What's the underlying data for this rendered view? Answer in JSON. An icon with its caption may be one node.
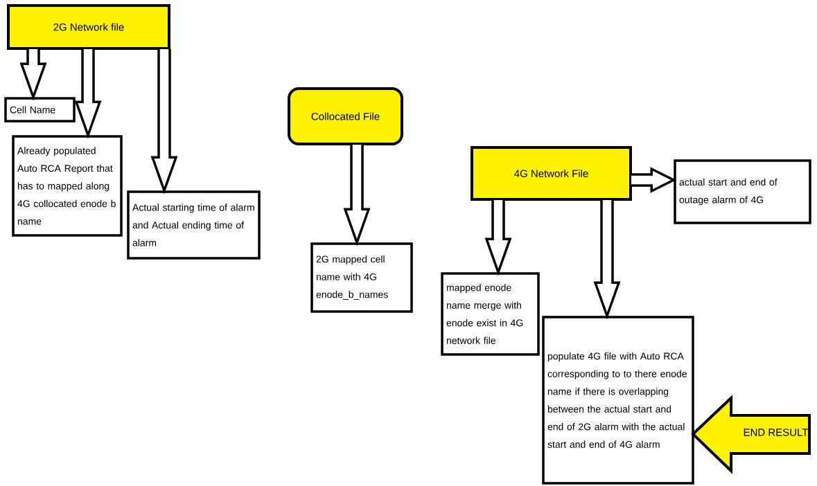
{
  "diagram": {
    "nodes": [
      {
        "text": [
          "2G Network file"
        ]
      },
      {
        "text": [
          "Cell Name"
        ]
      },
      {
        "text": [
          "Already populated Auto RCA Report that has to mapped along 4G collocated enode  b  name"
        ]
      },
      {
        "text": [
          "Actual starting time of alarm and Actual ending time of alarm"
        ]
      },
      {
        "text": [
          "Collocated File"
        ]
      },
      {
        "text": [
          "2G mapped cell name with 4G enode_b_names"
        ]
      },
      {
        "text": [
          "4G Network File"
        ]
      },
      {
        "text": [
          "actual start and end of outage alarm of 4G"
        ]
      },
      {
        "text": [
          "mapped enode name merge with enode exist in 4G network file"
        ]
      },
      {
        "text": [
          "populate 4G file with Auto RCA corresponding to to there enode name if there is overlapping between the actual start and end of 2G alarm with the actual start and end of 4G alarm"
        ]
      },
      {
        "text": [
          "END RESULT"
        ]
      }
    ],
    "edges": [
      {
        "from": 0,
        "to": 1,
        "arrow": "to"
      },
      {
        "from": 0,
        "to": 2,
        "arrow": "to"
      },
      {
        "from": 0,
        "to": 3,
        "arrow": "to"
      },
      {
        "from": 4,
        "to": 5,
        "arrow": "to"
      },
      {
        "from": 6,
        "to": 8,
        "arrow": "to"
      },
      {
        "from": 6,
        "to": 9,
        "arrow": "to"
      },
      {
        "from": 6,
        "to": 7,
        "arrow": "to"
      }
    ]
  }
}
